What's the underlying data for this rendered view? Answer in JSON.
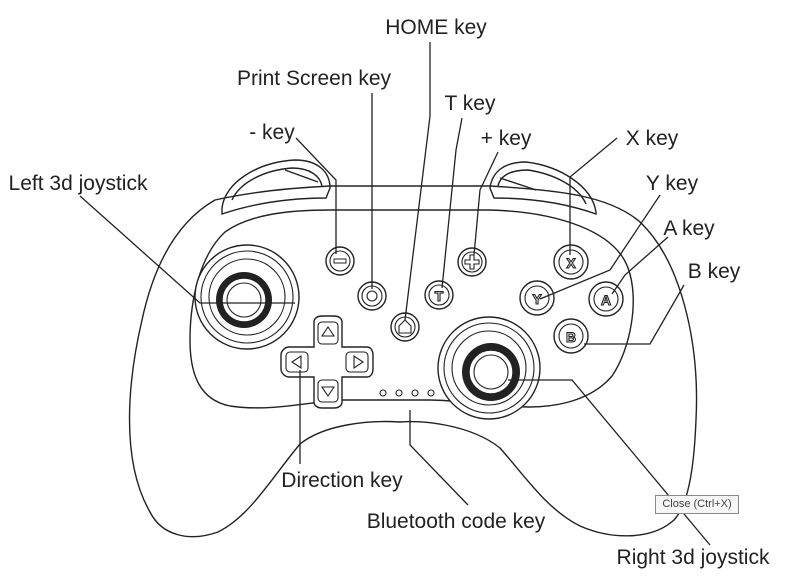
{
  "labels": {
    "home_key": "HOME key",
    "print_screen_key": "Print Screen key",
    "t_key": "T key",
    "minus_key": "- key",
    "plus_key": "+ key",
    "x_key": "X key",
    "left_joystick": "Left 3d joystick",
    "y_key": "Y key",
    "a_key": "A key",
    "b_key": "B key",
    "direction_key": "Direction key",
    "bluetooth_code_key": "Bluetooth code key",
    "right_joystick": "Right 3d joystick"
  },
  "button_glyphs": {
    "x": "X",
    "y": "Y",
    "a": "A",
    "b": "B",
    "t": "T"
  },
  "tooltip": {
    "text": "Close (Ctrl+X)"
  }
}
